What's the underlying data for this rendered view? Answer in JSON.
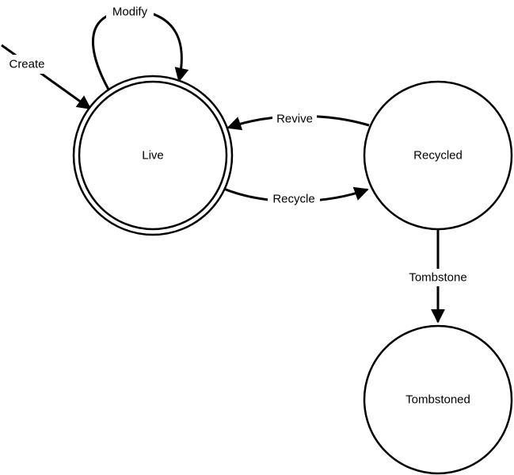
{
  "diagram": {
    "states": {
      "live": {
        "label": "Live"
      },
      "recycled": {
        "label": "Recycled"
      },
      "tombstoned": {
        "label": "Tombstoned"
      }
    },
    "transitions": {
      "create": {
        "label": "Create"
      },
      "modify": {
        "label": "Modify"
      },
      "revive": {
        "label": "Revive"
      },
      "recycle": {
        "label": "Recycle"
      },
      "tombstone": {
        "label": "Tombstone"
      }
    }
  }
}
